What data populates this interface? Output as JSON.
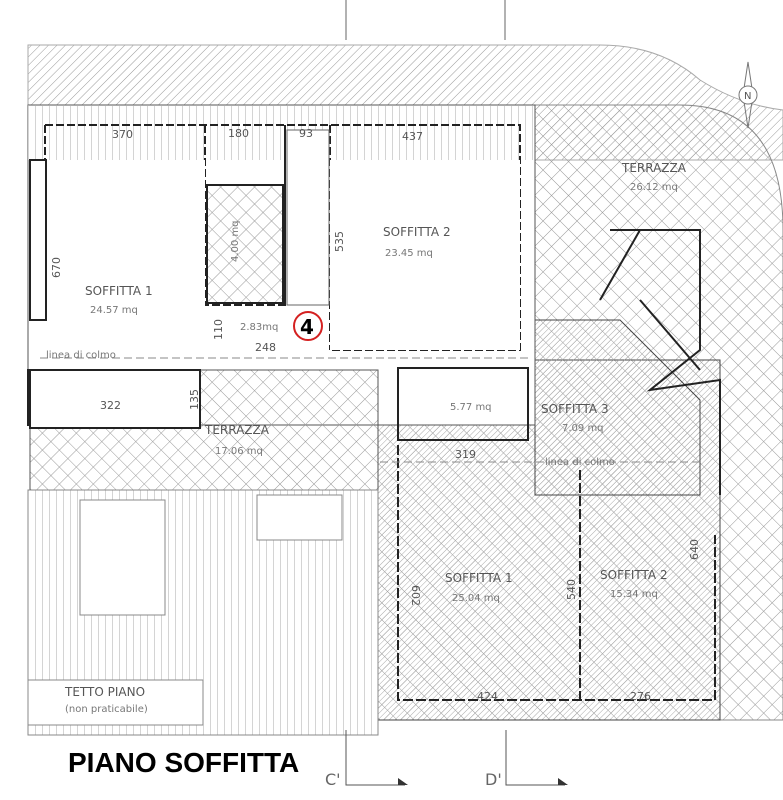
{
  "title": "PIANO SOFFITTA",
  "unit_number": "4",
  "north_symbol": "N",
  "section_markers": [
    "C'",
    "D'"
  ],
  "left_unit": {
    "rooms": [
      {
        "name": "SOFFITTA 1",
        "area": "24.57 mq"
      },
      {
        "name": "SOFFITTA 2",
        "area": "23.45 mq"
      },
      {
        "name": "",
        "area": "4.00 mq"
      },
      {
        "name": "",
        "area": "2.83mq"
      },
      {
        "name": "TERRAZZA",
        "area": "17.06 mq"
      }
    ],
    "dimensions": [
      "370",
      "180",
      "93",
      "437",
      "670",
      "535",
      "110",
      "248",
      "322",
      "135"
    ],
    "ridge_line": "linea di colmo"
  },
  "right_unit": {
    "rooms": [
      {
        "name": "TERRAZZA",
        "area": "26.12 mq"
      },
      {
        "name": "SOFFITTA 3",
        "area": "7.09 mq"
      },
      {
        "name": "",
        "area": "5.77 mq"
      },
      {
        "name": "SOFFITTA 1",
        "area": "25.04 mq"
      },
      {
        "name": "SOFFITTA 2",
        "area": "15.34 mq"
      }
    ],
    "dimensions": [
      "319",
      "602",
      "540",
      "640",
      "424",
      "276"
    ],
    "ridge_line": "linea di colmo"
  },
  "flat_roof": {
    "label": "TETTO PIANO",
    "note": "(non praticabile)"
  },
  "colors": {
    "unit_marker": "#d42020",
    "walls": "#222222",
    "hatch": "#9a9a9a"
  }
}
